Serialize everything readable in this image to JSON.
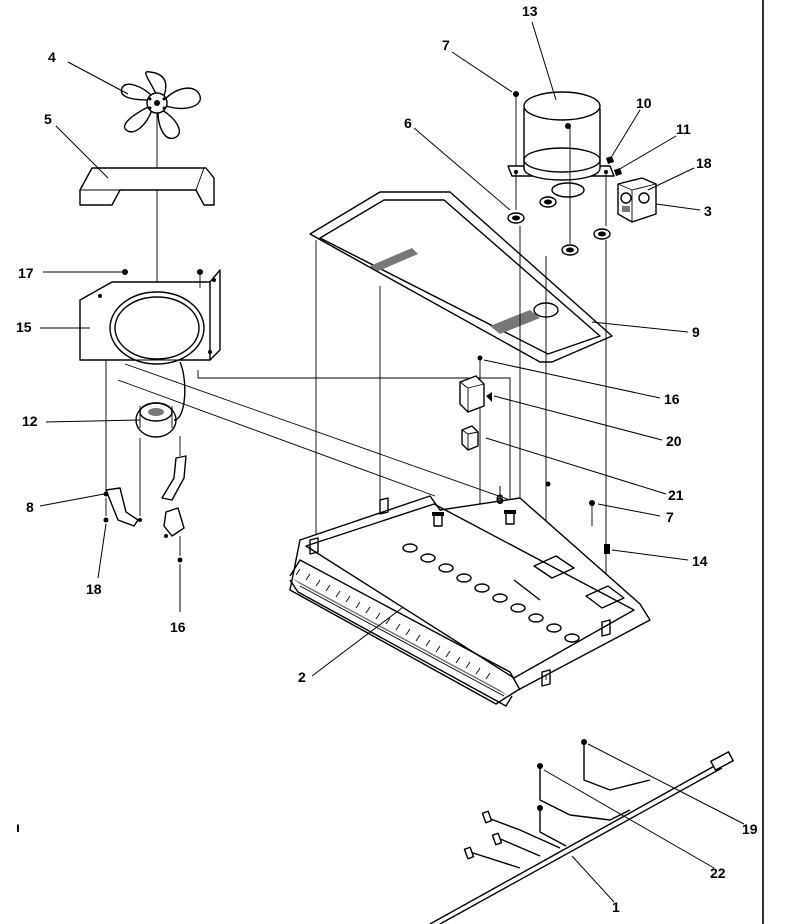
{
  "diagram": {
    "callouts": {
      "c1": "1",
      "c2": "2",
      "c3": "3",
      "c4": "4",
      "c5": "5",
      "c6a": "6",
      "c6b": "6",
      "c7a": "7",
      "c7b": "7",
      "c8": "8",
      "c9": "9",
      "c10": "10",
      "c11": "11",
      "c12": "12",
      "c13": "13",
      "c14": "14",
      "c15": "15",
      "c16a": "16",
      "c16b": "16",
      "c17": "17",
      "c18a": "18",
      "c18b": "18",
      "c19": "19",
      "c20": "20",
      "c21": "21",
      "c22": "22"
    },
    "stray_mark": "ı"
  },
  "colors": {
    "ink": "#000000",
    "paper": "#ffffff",
    "shade": "#777777"
  }
}
